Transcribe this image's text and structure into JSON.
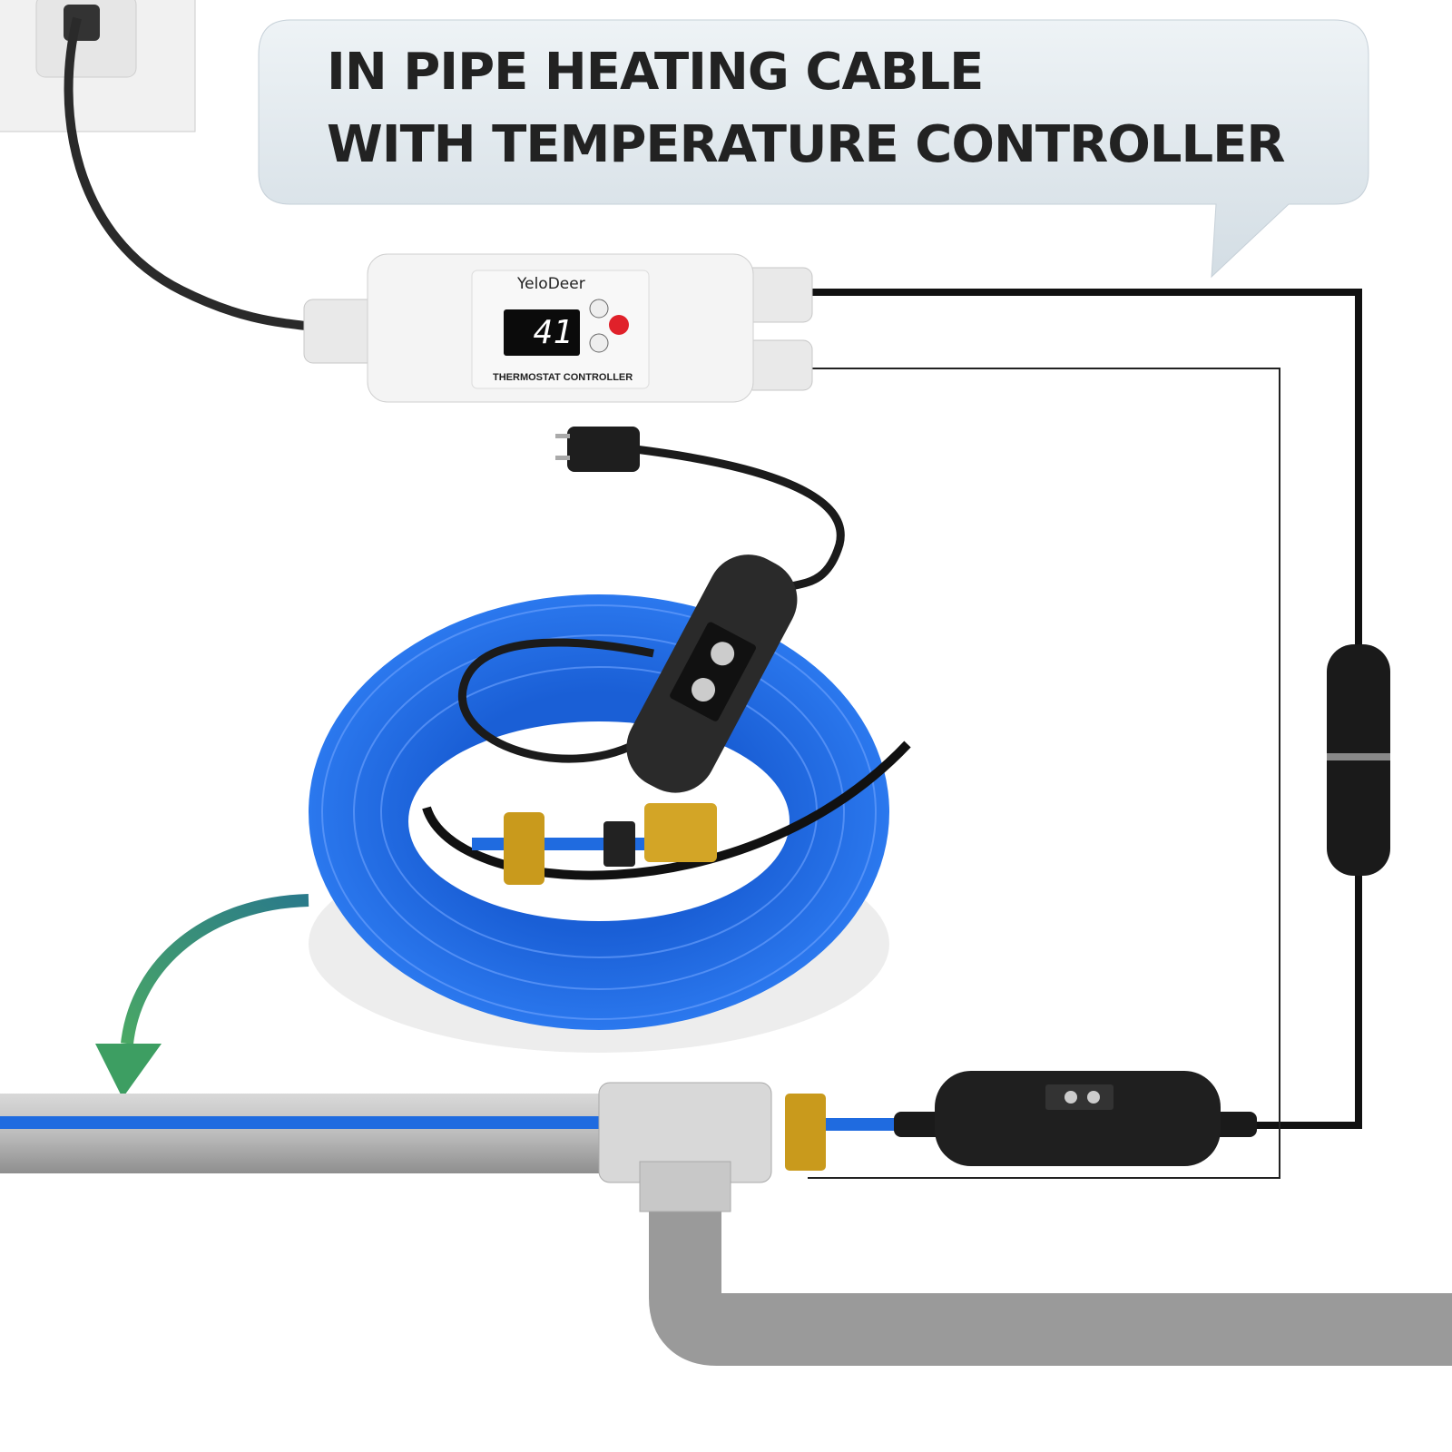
{
  "header": {
    "title_line1": "IN PIPE HEATING CABLE",
    "title_line2": "WITH TEMPERATURE CONTROLLER"
  },
  "controller": {
    "brand": "YeloDeer",
    "display_value": "41",
    "label": "THERMOSTAT CONTROLLER",
    "power_color": "#e0212a",
    "up_icon": "chevron-up-icon",
    "down_icon": "chevron-down-icon"
  },
  "colors": {
    "cable_blue": "#1f6be0",
    "arrow_green": "#2f8a5a",
    "bubble": "#dbe4ea",
    "pipe_gray": "#a9a9a9"
  }
}
